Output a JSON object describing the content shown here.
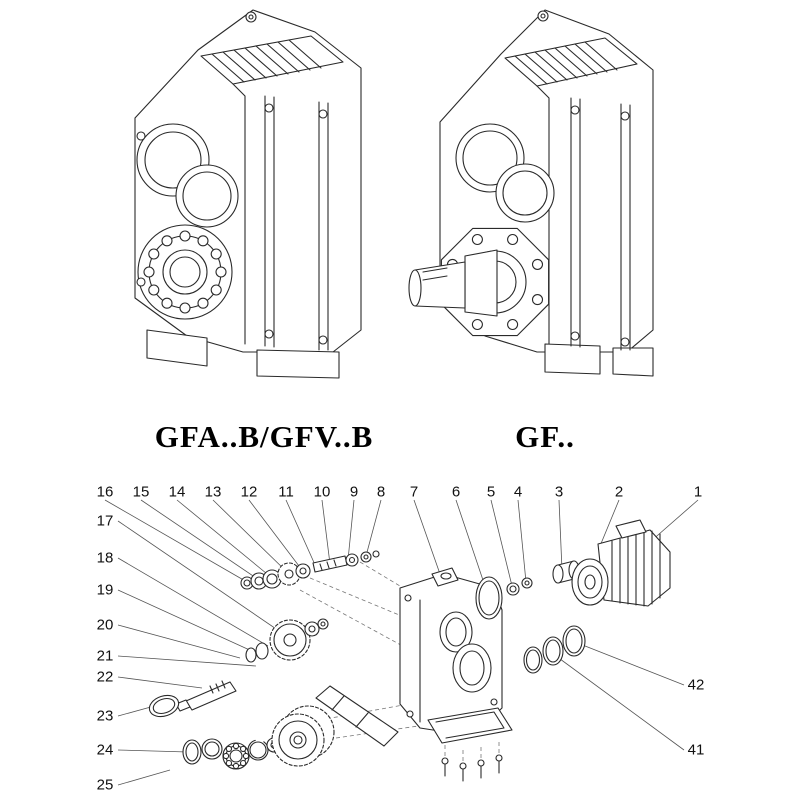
{
  "figure_labels": {
    "left": "GFA..B/GFV..B",
    "right": "GF.."
  },
  "exploded": {
    "top_callouts": [
      "16",
      "15",
      "14",
      "13",
      "12",
      "11",
      "10",
      "9",
      "8",
      "7",
      "6",
      "5",
      "4",
      "3",
      "2",
      "1"
    ],
    "left_callouts": [
      "17",
      "18",
      "19",
      "20",
      "21",
      "22",
      "23",
      "24",
      "25"
    ],
    "right_callouts": [
      "42",
      "41"
    ]
  },
  "colors": {
    "line": "#2a2a2a",
    "background": "#ffffff"
  }
}
